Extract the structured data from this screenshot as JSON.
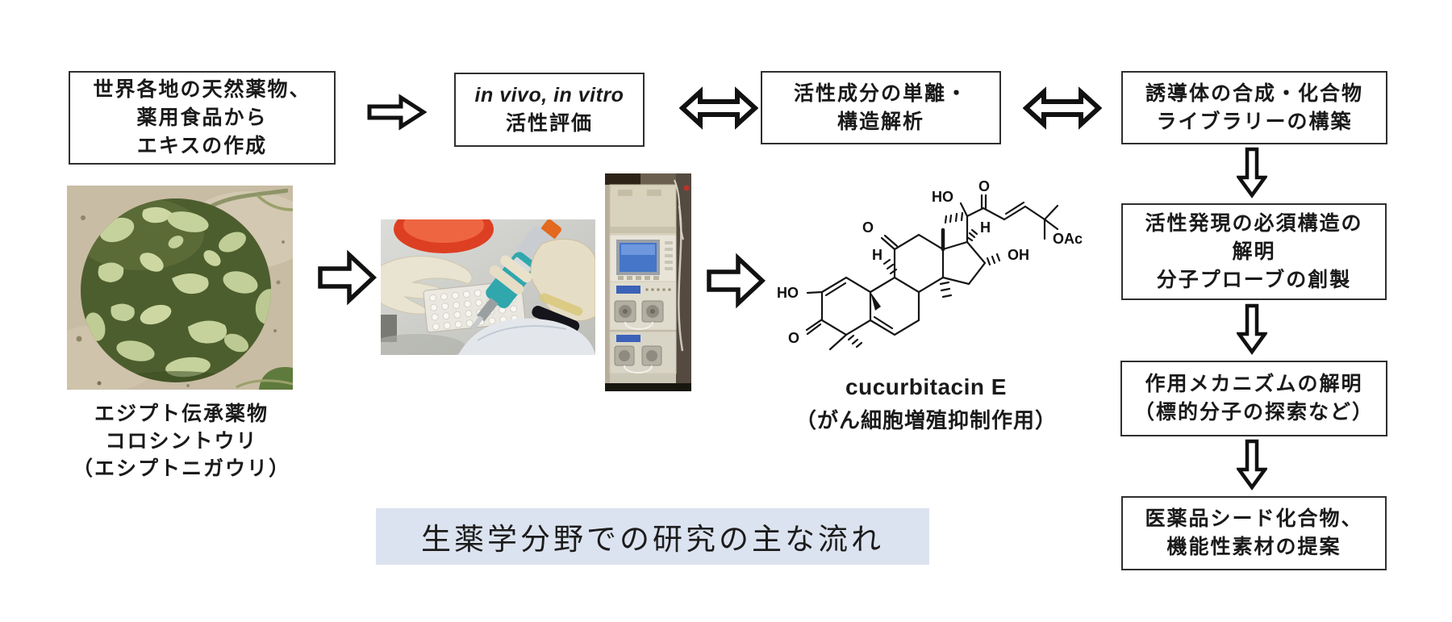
{
  "diagram": {
    "top_row": {
      "box_extract": {
        "lines": [
          "世界各地の天然薬物、",
          "薬用食品から",
          "エキスの作成"
        ]
      },
      "box_assay": {
        "line_latin": "in vivo, in vitro",
        "line_jp": "活性評価"
      },
      "box_isolation": {
        "lines": [
          "活性成分の単離・",
          "構造解析"
        ]
      },
      "box_library": {
        "lines": [
          "誘導体の合成・化合物",
          "ライブラリーの構築"
        ]
      }
    },
    "right_column": {
      "box_essential_structure": {
        "lines": [
          "活性発現の必須構造の",
          "解明",
          "分子プローブの創製"
        ]
      },
      "box_mechanism": {
        "lines": [
          "作用メカニズムの解明",
          "（標的分子の探索など）"
        ]
      },
      "box_seed_proposal": {
        "lines": [
          "医薬品シード化合物、",
          "機能性素材の提案"
        ]
      }
    },
    "photos": {
      "colocynth": {
        "caption_lines": [
          "エジプト伝承薬物",
          "コロシントウリ",
          "（エシプトニガウリ）"
        ]
      },
      "bioassay": {
        "description": "pipetting-into-96-well-plate-photo"
      },
      "hplc": {
        "description": "hplc-instrument-stack-photo"
      }
    },
    "compound": {
      "name": "cucurbitacin E",
      "activity": "（がん細胞増殖抑制作用）",
      "atom_labels": {
        "ho_a_ring": "HO",
        "o_c3": "O",
        "o_c11": "O",
        "h_c9": "H",
        "h_c17": "H",
        "oh_c16": "OH",
        "ho_c20": "HO",
        "o_c22": "O",
        "oac_c25": "OAc"
      }
    },
    "footer": {
      "title": "生薬学分野での研究の主な流れ",
      "bg_color": "#dce3f0"
    }
  }
}
